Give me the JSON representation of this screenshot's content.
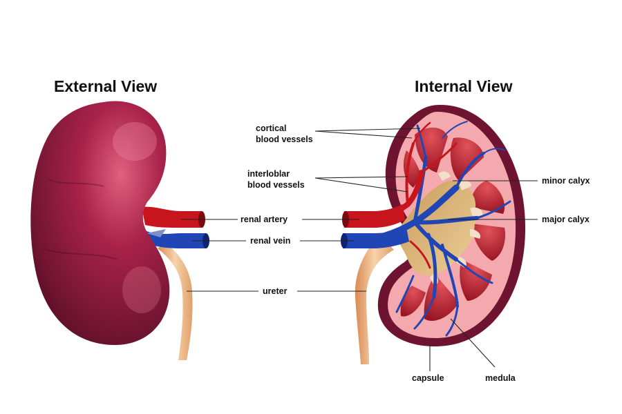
{
  "titles": {
    "external": "External View",
    "internal": "Internal View"
  },
  "labels": {
    "cortical_line1": "cortical",
    "cortical_line2": "blood vessels",
    "interlobar_line1": "interloblar",
    "interlobar_line2": "blood vessels",
    "renal_artery": "renal artery",
    "renal_vein": "renal vein",
    "ureter": "ureter",
    "minor_calyx": "minor calyx",
    "major_calyx": "major calyx",
    "capsule": "capsule",
    "medula": "medula"
  },
  "colors": {
    "kidney_dark": "#5a0f24",
    "kidney_mid": "#8e1a3a",
    "kidney_light": "#c23a5f",
    "artery": "#c8141c",
    "vein": "#1f46b4",
    "ureter": "#f0b98a",
    "cortex": "#f6b4b4",
    "pyramid": "#b3202c",
    "pelvis": "#dcb478"
  }
}
